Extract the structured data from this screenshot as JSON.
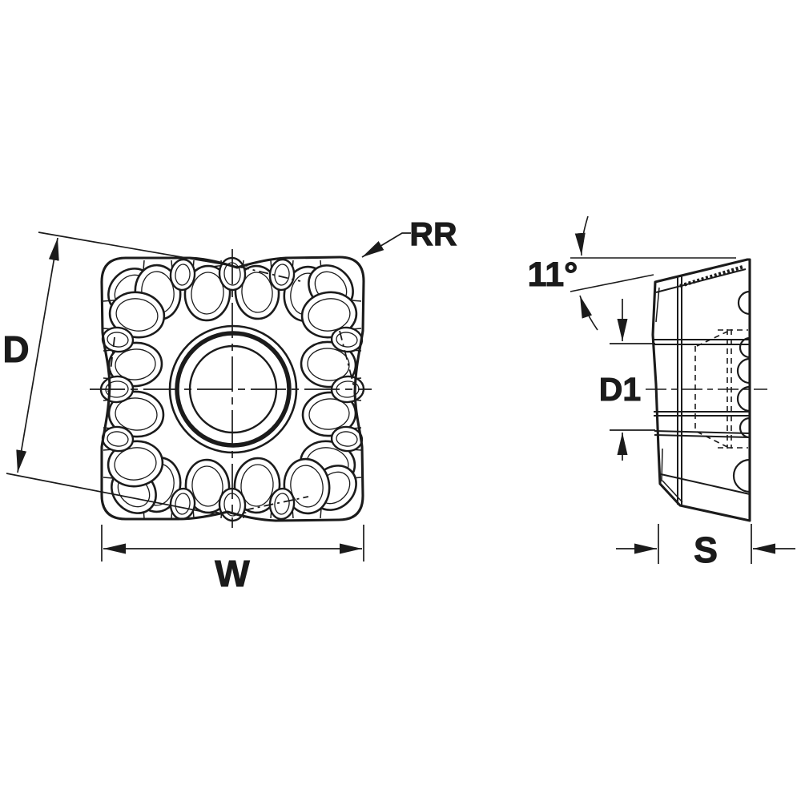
{
  "page": {
    "background": "#ffffff",
    "ink": "#1b1b1b"
  },
  "labels": {
    "diameter": "D",
    "width": "W",
    "corner_radius": "RR",
    "relief_angle": "11°",
    "hole_diameter": "D1",
    "thickness": "S"
  }
}
